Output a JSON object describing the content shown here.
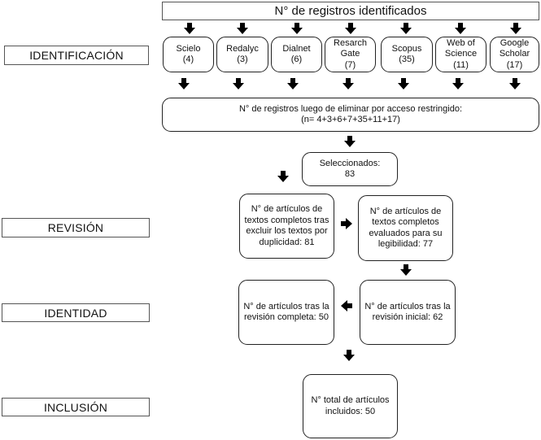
{
  "stages": {
    "identificacion": "IDENTIFICACIÓN",
    "revision": "REVISIÓN",
    "identidad": "IDENTIDAD",
    "inclusion": "INCLUSIÓN"
  },
  "header": {
    "title": "N° de registros identificados"
  },
  "sources": [
    {
      "name": "Scielo",
      "count": "(4)"
    },
    {
      "name": "Redalyc",
      "count": "(3)"
    },
    {
      "name": "Dialnet",
      "count": "(6)"
    },
    {
      "name": "Resarch\nGate",
      "count": "(7)"
    },
    {
      "name": "Scopus",
      "count": "(35)"
    },
    {
      "name": "Web of\nScience",
      "count": "(11)"
    },
    {
      "name": "Google\nScholar",
      "count": "(17)"
    }
  ],
  "after_restriction": {
    "line1": "N° de registros luego de eliminar por acceso restringido:",
    "line2": "(n= 4+3+6+7+35+11+17)"
  },
  "selected": {
    "label": "Seleccionados:",
    "value": "83"
  },
  "duplicates": {
    "text": "N° de artículos de\ntextos completos tras\nexcluir los textos por\nduplicidad: 81"
  },
  "readability": {
    "text": "N° de artículos de\ntextos completos\nevaluados para su\nlegibilidad: 77"
  },
  "initial_review": {
    "text": "N° de artículos tras la\nrevisión inicial: 62"
  },
  "complete_review": {
    "text": "N° de artículos tras la\nrevisión completa: 50"
  },
  "included": {
    "text": "N° total de artículos\nincluidos: 50"
  },
  "colors": {
    "border": "#222222",
    "arrow": "#000000",
    "background": "#ffffff"
  }
}
